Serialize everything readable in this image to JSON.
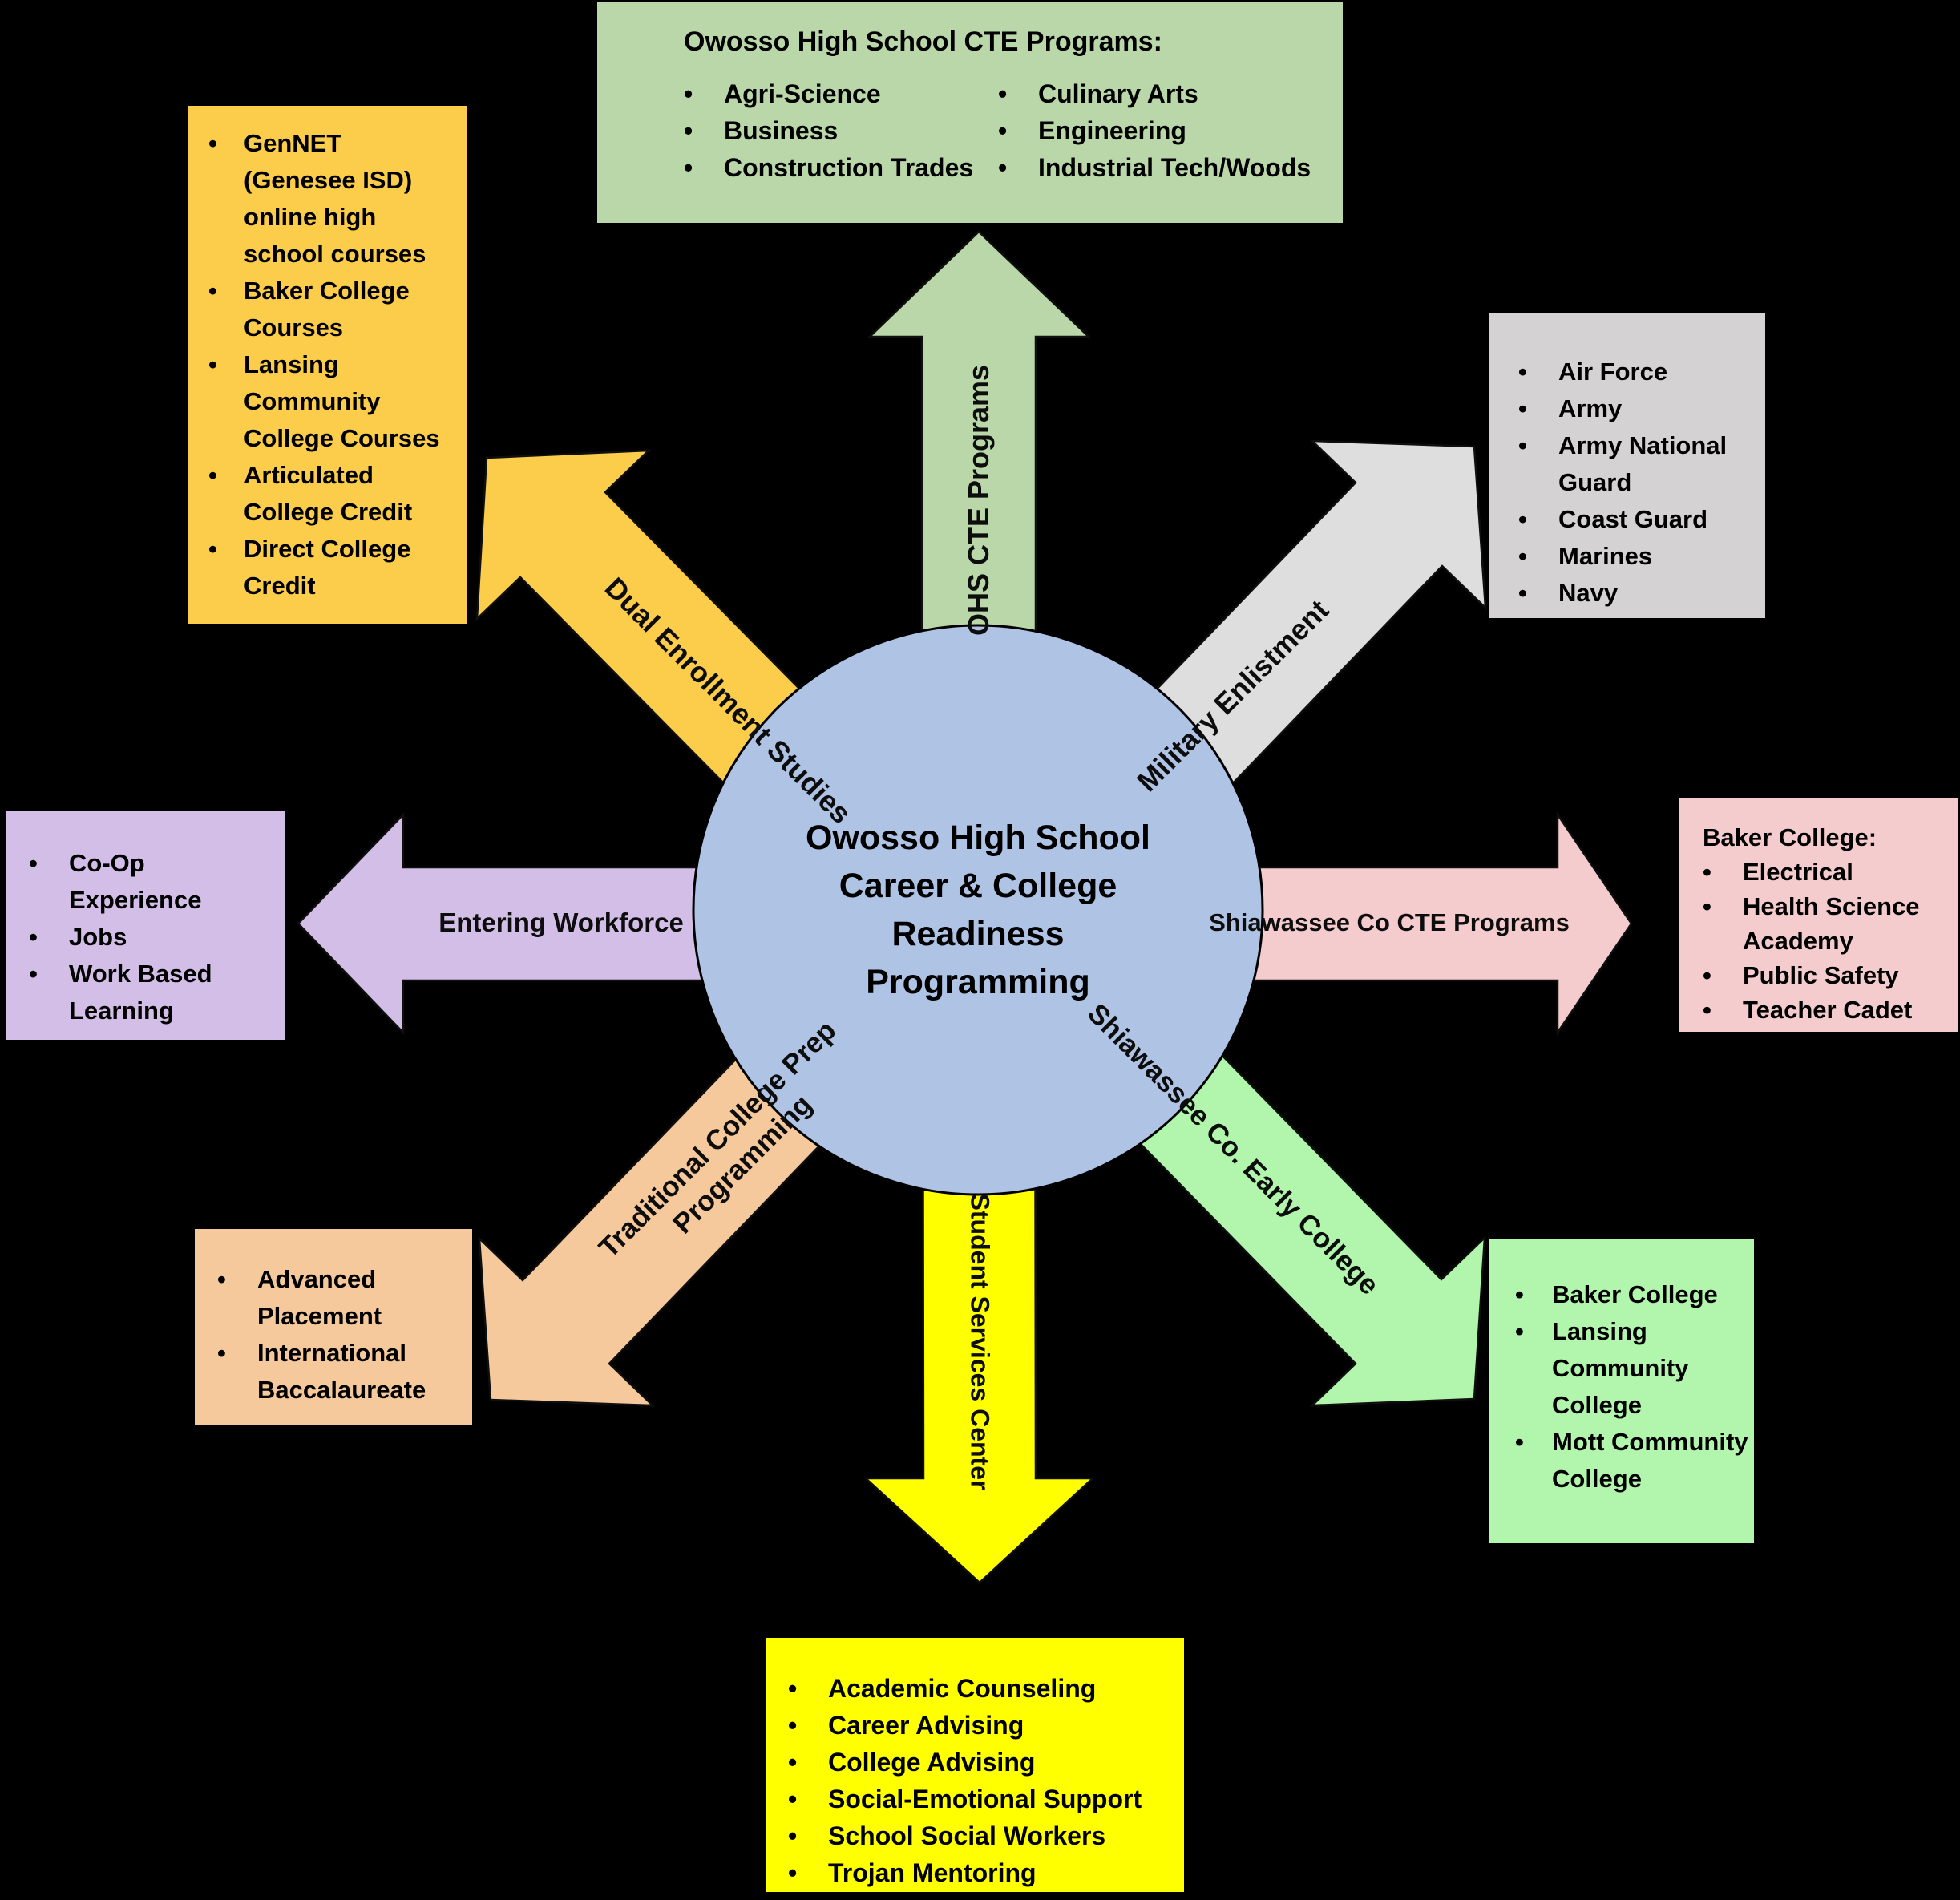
{
  "background": "#000000",
  "center": {
    "title_lines": [
      "Owosso High School",
      "Career & College",
      "Readiness",
      "Programming"
    ],
    "fill": "#AFC3E5"
  },
  "arrows": [
    {
      "id": "dual-enrollment",
      "label": "Dual Enrollment Studies",
      "color": "#FCCD4A"
    },
    {
      "id": "ohs-cte",
      "label": "OHS CTE Programs",
      "color": "#BAD7AA"
    },
    {
      "id": "military",
      "label": "Military Enlistment",
      "color": "#DEDEDE"
    },
    {
      "id": "workforce",
      "label": "Entering Workforce",
      "color": "#D2BEE6"
    },
    {
      "id": "shiawassee-cte",
      "label": "Shiawassee Co CTE Programs",
      "color": "#F4CCCE"
    },
    {
      "id": "college-prep",
      "label_lines": [
        "Traditional College Prep",
        "Programming"
      ],
      "color": "#F6C99C"
    },
    {
      "id": "student-services",
      "label": "Student Services Center",
      "color": "#FFFF00"
    },
    {
      "id": "early-college",
      "label": "Shiawassee Co. Early College",
      "color": "#B1F6AC"
    }
  ],
  "boxes": [
    {
      "id": "dual-enrollment-box",
      "color": "#FCCD4A",
      "items": [
        "GenNET (Genesee ISD) online high school courses",
        "Baker College Courses",
        "Lansing Community College Courses",
        "Articulated College Credit",
        "Direct College Credit"
      ]
    },
    {
      "id": "ohs-cte-box",
      "color": "#BAD7AA",
      "title": "Owosso High School CTE Programs:",
      "columns": [
        [
          "Agri-Science",
          "Business",
          "Construction Trades"
        ],
        [
          "Culinary Arts",
          "Engineering",
          "Industrial Tech/Woods"
        ]
      ]
    },
    {
      "id": "military-box",
      "color": "#D4D2D2",
      "items": [
        "Air Force",
        "Army",
        "Army National Guard",
        "Coast Guard",
        "Marines",
        "Navy"
      ]
    },
    {
      "id": "workforce-box",
      "color": "#D2BEE6",
      "items": [
        "Co-Op Experience",
        "Jobs",
        "Work Based Learning"
      ]
    },
    {
      "id": "shiawassee-cte-box",
      "color": "#F4CCCE",
      "title": "Baker College:",
      "items": [
        "Electrical",
        "Health Science Academy",
        "Public Safety",
        "Teacher Cadet"
      ]
    },
    {
      "id": "college-prep-box",
      "color": "#F6C99C",
      "items": [
        "Advanced Placement",
        "International Baccalaureate"
      ]
    },
    {
      "id": "student-services-box",
      "color": "#FFFF00",
      "items": [
        "Academic Counseling",
        "Career Advising",
        "College Advising",
        "Social-Emotional Support",
        "School Social Workers",
        "Trojan Mentoring"
      ]
    },
    {
      "id": "early-college-box",
      "color": "#B1F6AC",
      "items": [
        "Baker College",
        "Lansing Community College",
        "Mott Community College"
      ]
    }
  ]
}
